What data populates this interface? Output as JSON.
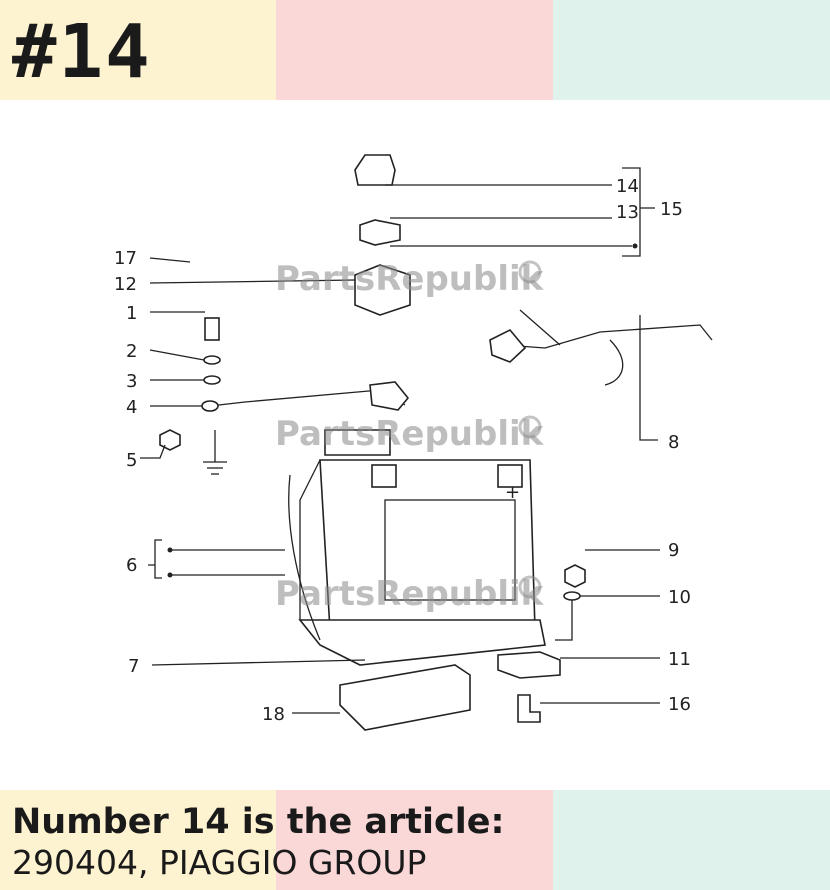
{
  "badge": "#14",
  "caption": {
    "title": "Number 14 is the article:",
    "article": "290404, PIAGGIO GROUP"
  },
  "watermark": {
    "brand": "PartsRepublik"
  },
  "callouts": [
    "1",
    "2",
    "3",
    "4",
    "5",
    "6",
    "7",
    "8",
    "9",
    "10",
    "11",
    "12",
    "13",
    "14",
    "15",
    "16",
    "17",
    "18"
  ],
  "colors": {
    "band_yellow": "#fdf3d0",
    "band_pink": "#fad8d8",
    "band_green": "#e0f2ec",
    "ink": "#1a1a1a"
  }
}
